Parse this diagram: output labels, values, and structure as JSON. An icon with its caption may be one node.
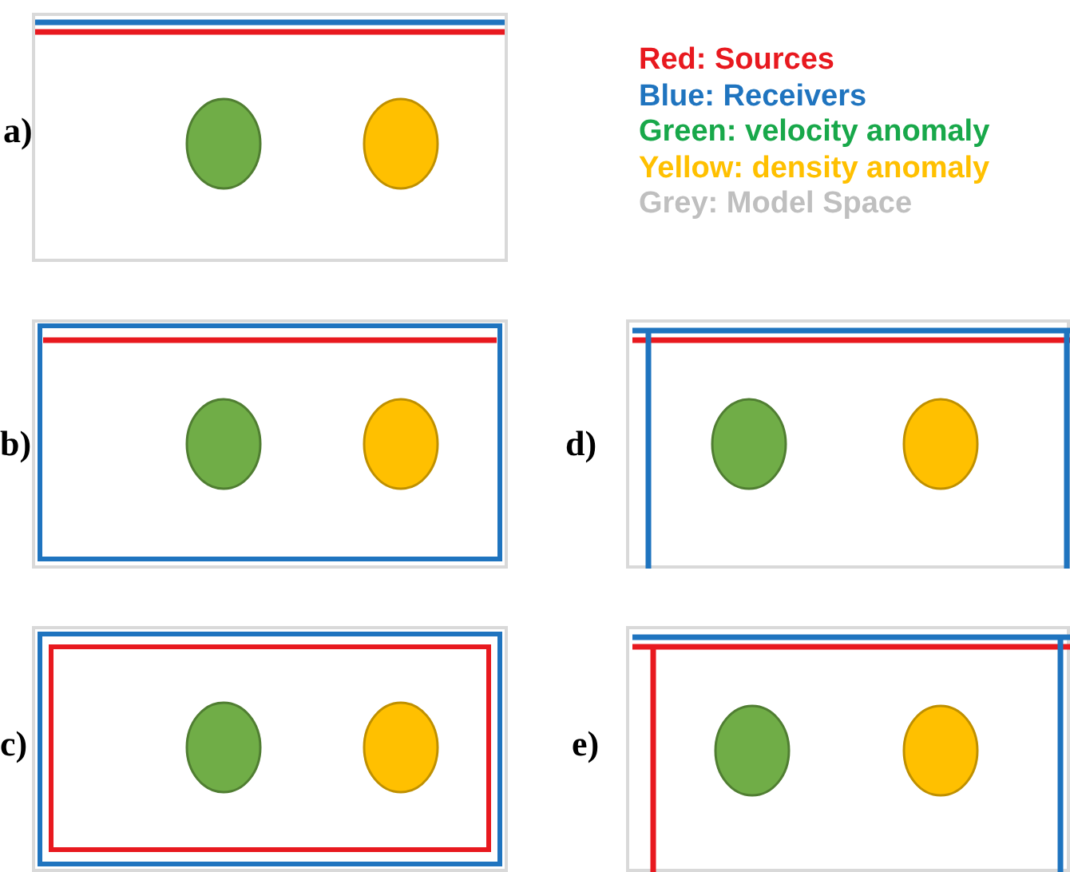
{
  "diagram": {
    "nodes": [
      {
        "text": [],
        "shape": "box",
        "beside": [
          "a)"
        ]
      },
      {
        "text": [],
        "shape": "ellipse",
        "in": 0
      },
      {
        "text": [],
        "shape": "ellipse",
        "in": 0
      },
      {
        "text": [],
        "shape": "box",
        "beside": [
          "b)"
        ]
      },
      {
        "text": [],
        "shape": "ellipse",
        "in": 3
      },
      {
        "text": [],
        "shape": "ellipse",
        "in": 3
      },
      {
        "text": [],
        "shape": "box",
        "beside": [
          "d)"
        ]
      },
      {
        "text": [],
        "shape": "ellipse",
        "in": 6
      },
      {
        "text": [],
        "shape": "ellipse",
        "in": 6
      },
      {
        "text": [],
        "shape": "box",
        "beside": [
          "c)"
        ]
      },
      {
        "text": [],
        "shape": "ellipse",
        "in": 9
      },
      {
        "text": [],
        "shape": "ellipse",
        "in": 9
      },
      {
        "text": [],
        "shape": "box",
        "beside": [
          "e)"
        ]
      },
      {
        "text": [],
        "shape": "ellipse",
        "in": 12
      },
      {
        "text": [],
        "shape": "ellipse",
        "in": 12
      }
    ],
    "legend": [
      {
        "text": "Red: Sources",
        "color": "#e8191f"
      },
      {
        "text": "Blue: Receivers",
        "color": "#1f74bf"
      },
      {
        "text": "Green: velocity anomaly",
        "color": "#18a84a"
      },
      {
        "text": "Yellow: density anomaly",
        "color": "#ffc000"
      },
      {
        "text": "Grey: Model Space",
        "color": "#bfbfbf"
      }
    ]
  }
}
